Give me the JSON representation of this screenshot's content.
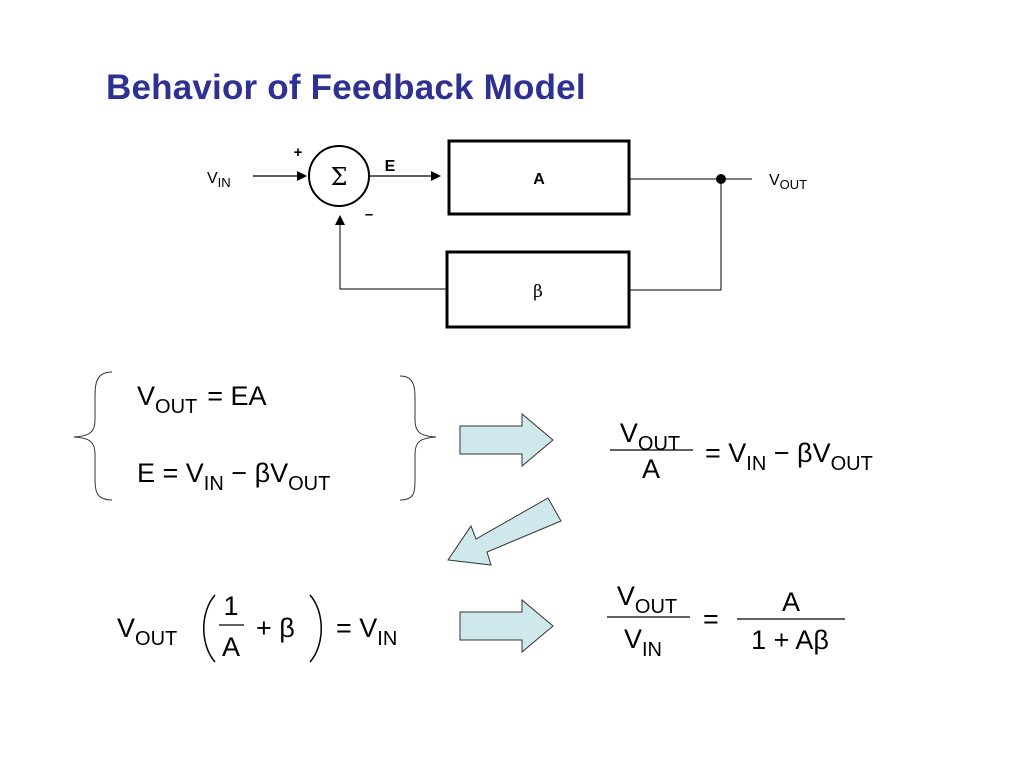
{
  "title": "Behavior of Feedback Model",
  "block_diagram": {
    "input": {
      "main": "V",
      "sub": "IN"
    },
    "output": {
      "main": "V",
      "sub": "OUT"
    },
    "summer_symbol": "Σ",
    "plus_sign": "+",
    "minus_sign": "–",
    "error_label": "E",
    "forward_block": "A",
    "feedback_block": "β"
  },
  "equations": {
    "eq1": {
      "lhs_main": "V",
      "lhs_sub": "OUT",
      "rhs": "=  EA"
    },
    "eq2": {
      "lhs": "E  =  V",
      "sub_in": "IN",
      "mid": " − βV",
      "sub_out": "OUT"
    },
    "eq3": {
      "num_main": "V",
      "num_sub": "OUT",
      "den": "A",
      "rhs_a": "=  V",
      "rhs_sub_in": "IN",
      "rhs_b": " − βV",
      "rhs_sub_out": "OUT"
    },
    "eq4": {
      "lhs_main": "V",
      "lhs_sub": "OUT",
      "frac_num": "1",
      "frac_den": "A",
      "plus_beta": "+  β",
      "rhs": "=  V",
      "rhs_sub": "IN"
    },
    "eq5": {
      "num_main": "V",
      "num_sub": "OUT",
      "den_main": "V",
      "den_sub": "IN",
      "eq": "=",
      "rhs_num": "A",
      "rhs_den": "1  +  Aβ"
    }
  },
  "colors": {
    "title": "#2e3192",
    "arrow_fill": "#cfe8ec",
    "arrow_stroke": "#333333"
  }
}
